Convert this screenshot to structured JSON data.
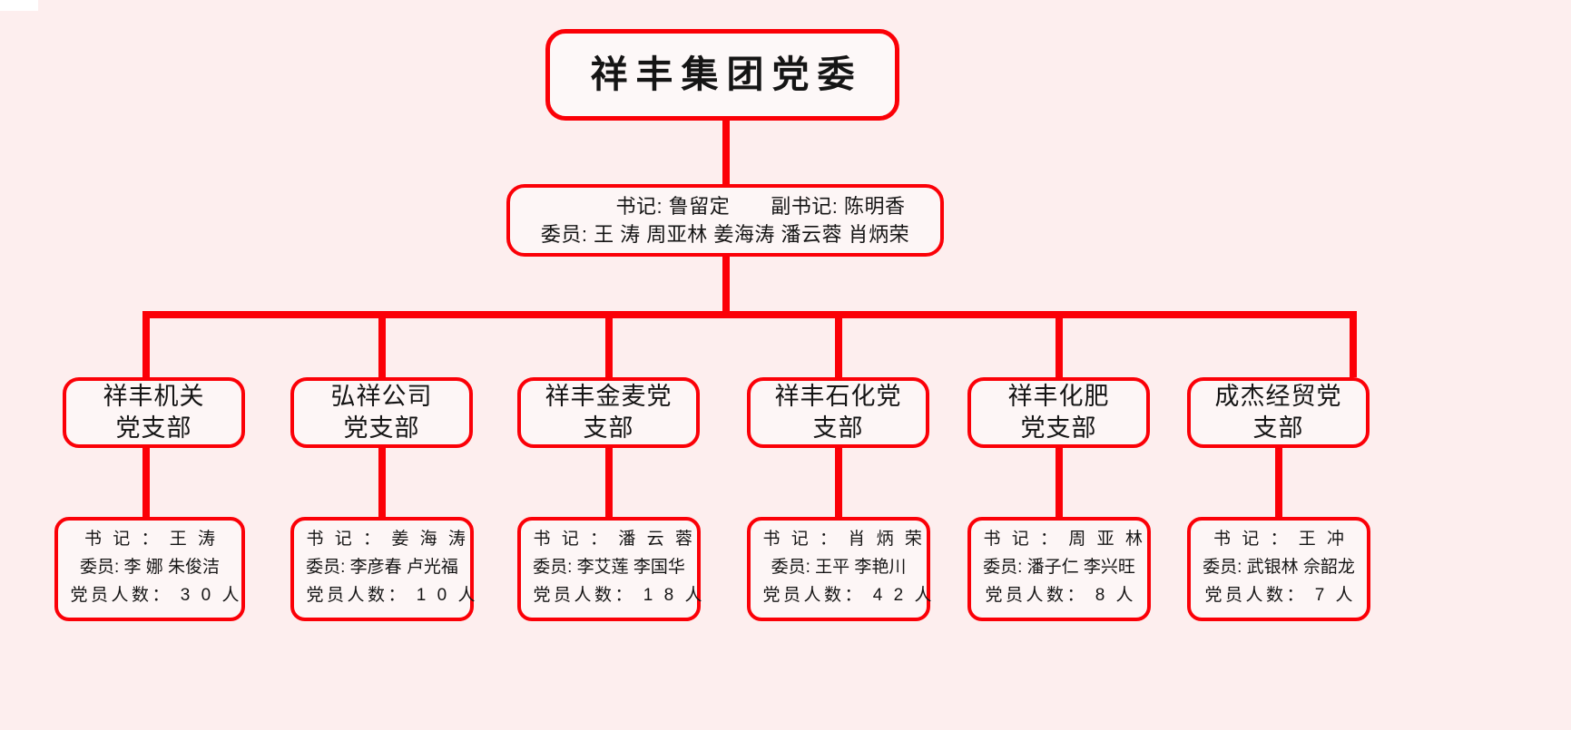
{
  "meta": {
    "background_color": "#fdeeee",
    "line_color": "#fb0007",
    "box_fill": "#fdf6f6",
    "text_color": "#151515"
  },
  "root": {
    "title": "祥丰集团党委"
  },
  "leadership": {
    "line1": "书记: 鲁留定　　副书记: 陈明香",
    "line2": "委员: 王 涛 周亚林  姜海涛 潘云蓉 肖炳荣"
  },
  "departments": [
    {
      "name": "祥丰机关\n党支部",
      "detail": {
        "secretary": "书 记 ： 王 涛",
        "members": "委员: 李 娜  朱俊洁",
        "count": "党员人数： 3 0 人"
      }
    },
    {
      "name": "弘祥公司\n党支部",
      "detail": {
        "secretary": "书 记 ： 姜 海 涛",
        "members": "委员: 李彦春  卢光福",
        "count": "党员人数： 1 0 人"
      }
    },
    {
      "name": "祥丰金麦党\n支部",
      "detail": {
        "secretary": "书 记 ： 潘 云 蓉",
        "members": "委员: 李艾莲  李国华",
        "count": "党员人数： 1 8 人"
      }
    },
    {
      "name": "祥丰石化党\n支部",
      "detail": {
        "secretary": "书 记 ： 肖 炳 荣",
        "members": "委员: 王平    李艳川",
        "count": "党员人数： 4 2 人"
      }
    },
    {
      "name": "祥丰化肥\n党支部",
      "detail": {
        "secretary": "书 记 ： 周 亚 林",
        "members": "委员: 潘子仁  李兴旺",
        "count": "党员人数： 8 人"
      }
    },
    {
      "name": "成杰经贸党\n支部",
      "detail": {
        "secretary": "书 记 ： 王 冲",
        "members": "委员: 武银林  佘韶龙",
        "count": "党员人数： 7 人"
      }
    }
  ]
}
